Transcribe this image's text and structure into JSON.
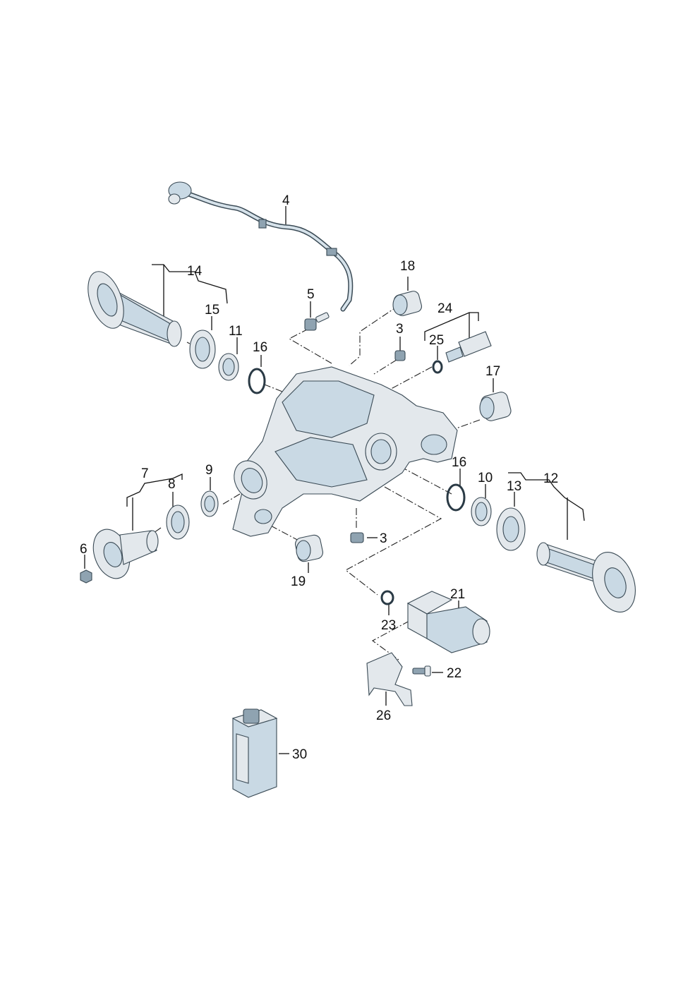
{
  "callouts": [
    {
      "id": "c1",
      "label": "14"
    },
    {
      "id": "c2",
      "label": "15"
    },
    {
      "id": "c3",
      "label": "11"
    },
    {
      "id": "c4",
      "label": "16"
    },
    {
      "id": "c5",
      "label": "4"
    },
    {
      "id": "c6",
      "label": "5"
    },
    {
      "id": "c7",
      "label": "18"
    },
    {
      "id": "c8",
      "label": "3"
    },
    {
      "id": "c9",
      "label": "24"
    },
    {
      "id": "c10",
      "label": "25"
    },
    {
      "id": "c11",
      "label": "17"
    },
    {
      "id": "c12",
      "label": "7"
    },
    {
      "id": "c13",
      "label": "8"
    },
    {
      "id": "c14",
      "label": "9"
    },
    {
      "id": "c15",
      "label": "6"
    },
    {
      "id": "c16",
      "label": "3"
    },
    {
      "id": "c17",
      "label": "19"
    },
    {
      "id": "c18",
      "label": "16"
    },
    {
      "id": "c19",
      "label": "10"
    },
    {
      "id": "c20",
      "label": "13"
    },
    {
      "id": "c21",
      "label": "12"
    },
    {
      "id": "c22",
      "label": "21"
    },
    {
      "id": "c23",
      "label": "23"
    },
    {
      "id": "c24",
      "label": "22"
    },
    {
      "id": "c25",
      "label": "26"
    },
    {
      "id": "c26",
      "label": "30"
    }
  ]
}
